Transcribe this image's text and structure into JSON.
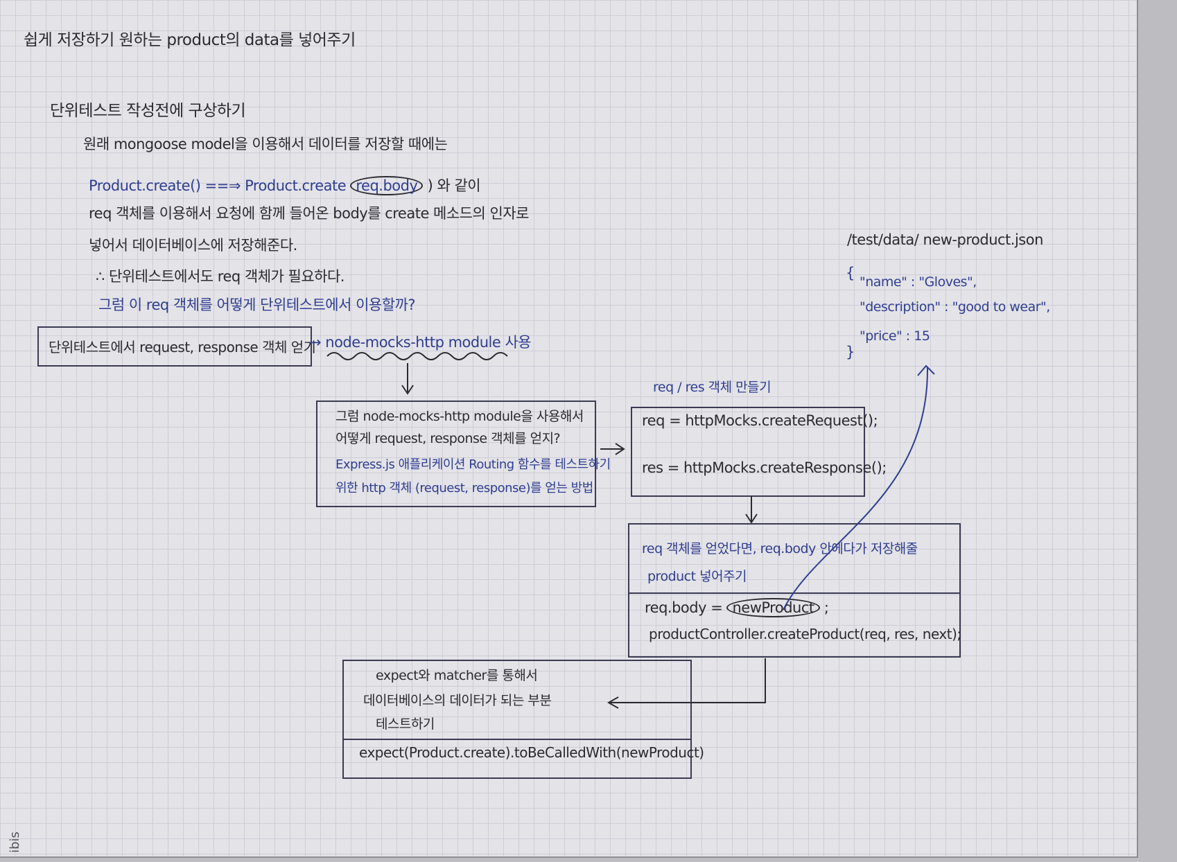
{
  "page_title": "쉽게 저장하기 원하는 product의 data를 넣어주기",
  "section_heading": "단위테스트 작성전에 구상하기",
  "intro_line": "원래 mongoose model을 이용해서 데이터를 저장할 때에는",
  "create_line": {
    "left": "Product.create() ==⇒ Product.create",
    "circled": "req.body",
    "right": ") 와 같이"
  },
  "explain_line_1": "req 객체를 이용해서 요청에 함께 들어온 body를 create 메소드의 인자로",
  "explain_line_2": "넣어서 데이터베이스에 저장해준다.",
  "conclusion_line": "∴ 단위테스트에서도 req 객체가 필요하다.",
  "question_line": "그럼 이 req 객체를 어떻게 단위테스트에서 이용할까?",
  "boxes": {
    "get_objects": "단위테스트에서 request, response 객체 얻기",
    "module_use": "→ node-mocks-http module 사용",
    "how_to_get": {
      "line1": "그럼 node-mocks-http module을 사용해서",
      "line2": "어떻게 request, response 객체를 얻지?",
      "line3": "Express.js 애플리케이션 Routing 함수를 테스트하기",
      "line4": "위한 http 객체 (request, response)를 얻는 방법"
    },
    "make_req_res_title": "req / res 객체 만들기",
    "make_req_res": {
      "req_line": "req = httpMocks.createRequest();",
      "res_line": "res = httpMocks.createResponse();"
    },
    "req_body": {
      "desc1": "req 객체를 얻었다면, req.body 안에다가 저장해줄",
      "desc2": "product 넣어주기",
      "code1_prefix": "req.body = ",
      "code1_circled": "newProduct",
      "code1_suffix": ";",
      "code2": "productController.createProduct(req, res, next);"
    },
    "expect": {
      "desc1": "expect와 matcher를 통해서",
      "desc2": "데이터베이스의 데이터가 되는 부분",
      "desc3": "테스트하기",
      "code": "expect(Product.create).toBeCalledWith(newProduct)"
    }
  },
  "json_file": {
    "path": "/test/data/ new-product.json",
    "open_brace": "{",
    "line1": "\"name\" : \"Gloves\",",
    "line2": "\"description\" : \"good to wear\",",
    "line3": "\"price\" : 15",
    "close_brace": "}"
  },
  "margin_text": "ibis",
  "colors": {
    "paper": "#e4e3e8",
    "grid": "#cfcdd6",
    "ink_black": "#2a2a30",
    "ink_blue": "#2f3e8f"
  }
}
